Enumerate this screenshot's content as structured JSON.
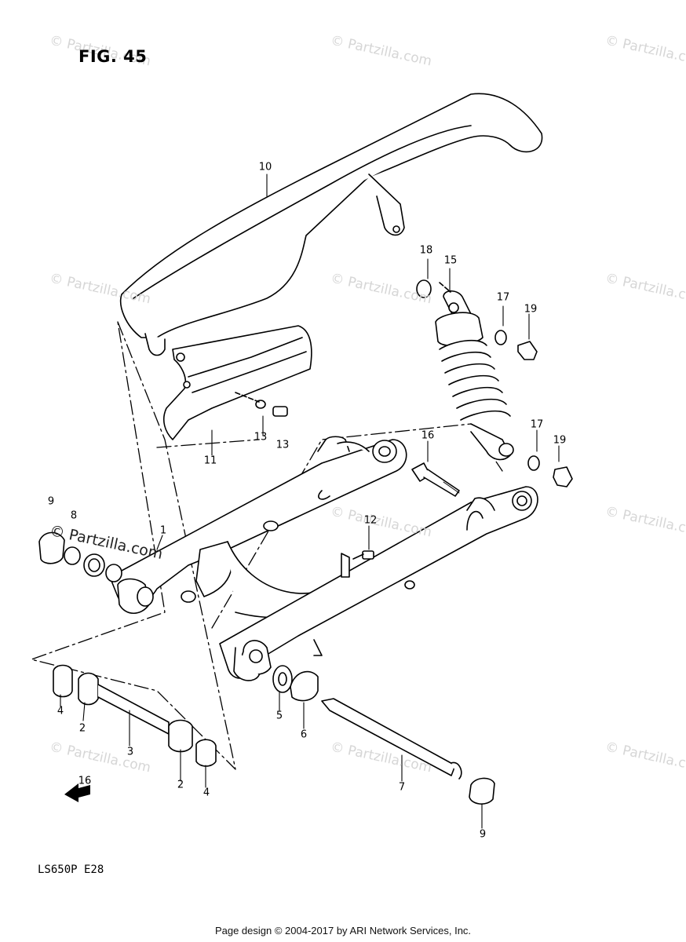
{
  "figure": {
    "title": "FIG. 45",
    "model_code": "LS650P E28"
  },
  "watermark": {
    "text": "© Partzilla.com",
    "featured_text": "© Partzilla.com"
  },
  "footer": {
    "text": "Page design © 2004-2017 by ARI Network Services, Inc."
  },
  "callouts": {
    "c1": "1",
    "c2a": "2",
    "c2b": "2",
    "c3": "3",
    "c4a": "4",
    "c4b": "4",
    "c5": "5",
    "c6": "6",
    "c7": "7",
    "c8": "8",
    "c9a": "9",
    "c9b": "9",
    "c10": "10",
    "c11": "11",
    "c12": "12",
    "c13a": "13",
    "c13b": "13",
    "c15": "15",
    "c16a": "16",
    "c16b": "16",
    "c17a": "17",
    "c17b": "17",
    "c18": "18",
    "c19a": "19",
    "c19b": "19"
  },
  "icons": {
    "front_arrow": "fwd-arrow-icon"
  }
}
